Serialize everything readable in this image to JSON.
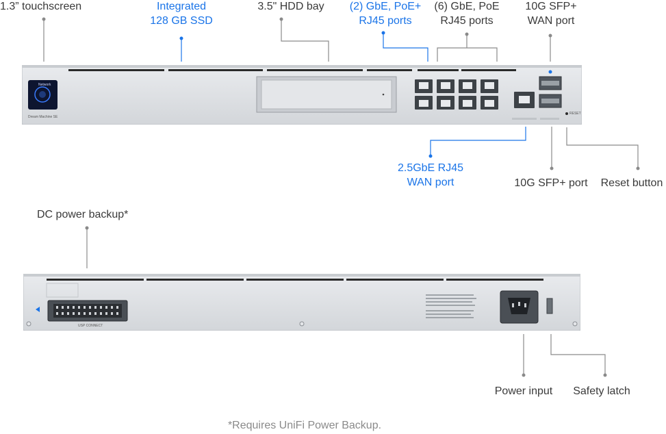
{
  "front_callouts": {
    "touchscreen": "1.3” touchscreen",
    "ssd_line1": "Integrated",
    "ssd_line2": "128 GB SSD",
    "hdd": "3.5\" HDD bay",
    "poe_line1": "(2) GbE, PoE+",
    "poe_line2": "RJ45 ports",
    "gbe_line1": "(6) GbE, PoE",
    "gbe_line2": "RJ45 ports",
    "sfp_wan_line1": "10G SFP+",
    "sfp_wan_line2": "WAN port",
    "wan25_line1": "2.5GbE RJ45",
    "wan25_line2": "WAN port",
    "sfp_port": "10G SFP+ port",
    "reset": "Reset button"
  },
  "rear_callouts": {
    "dc_backup": "DC power backup*",
    "power_input": "Power input",
    "safety_latch": "Safety latch"
  },
  "footnote": "*Requires UniFi Power Backup.",
  "device_front": {
    "brand_text": "Dream Machine SE",
    "screen_text": "Network",
    "reset_text": "RESET"
  },
  "device_rear": {
    "connector_text": "USP CONNECT"
  },
  "colors": {
    "accent_blue": "#1a74e8",
    "label_gray": "#3a3a3a",
    "line_gray": "#8a8a8a",
    "chassis": "#dcdfe3"
  }
}
